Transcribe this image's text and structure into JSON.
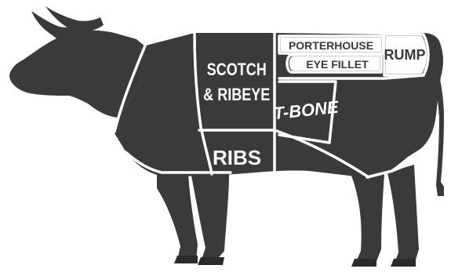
{
  "diagram": {
    "colors": {
      "body": "#3a3a3a",
      "lines": "#ffffff",
      "background": "#ffffff"
    },
    "cuts": {
      "scotch_line1": "SCOTCH",
      "scotch_line2": "& RIBEYE",
      "ribs": "RIBS",
      "tbone": "T-BONE",
      "porterhouse": "PORTERHOUSE",
      "eye_fillet": "EYE FILLET",
      "rump": "RUMP"
    }
  }
}
